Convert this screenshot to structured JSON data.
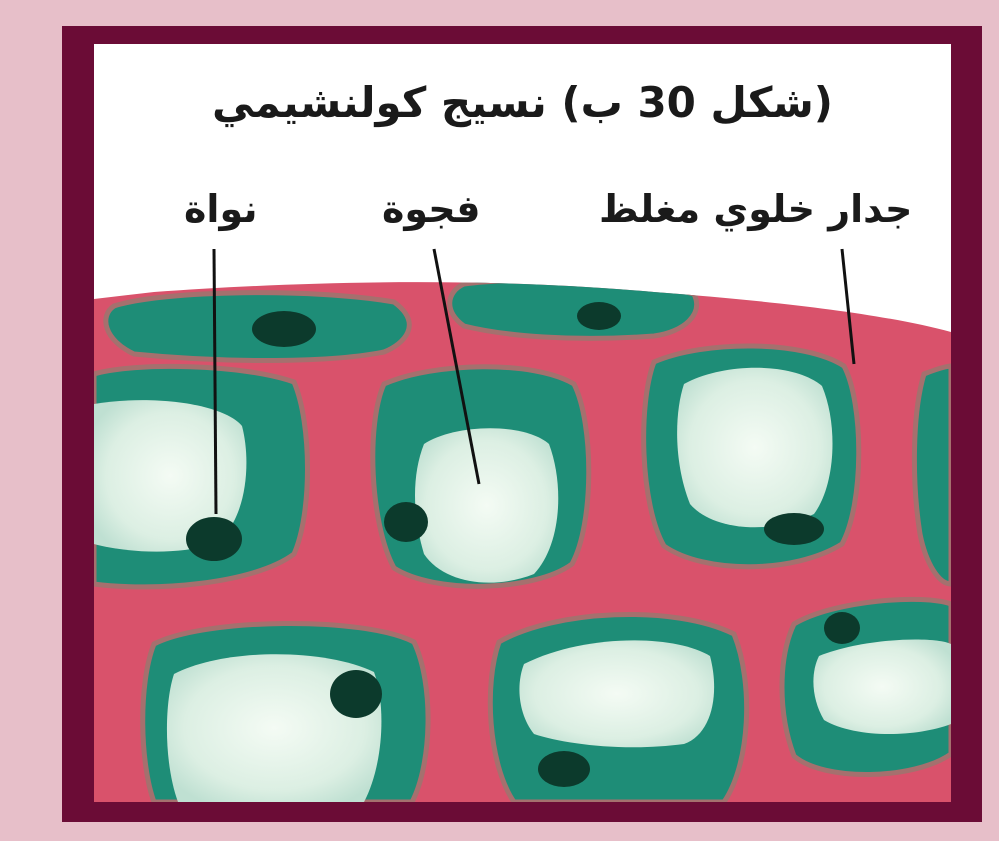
{
  "figure": {
    "caption": "(شكل 30 ب) نسيج كولنشيمي",
    "labels": {
      "nucleus": "نواة",
      "vacuole": "فجوة",
      "cell_wall": "جدار خلوي مغلظ"
    }
  },
  "colors": {
    "page_background": "#e7bfc9",
    "frame": "#6b0c36",
    "cell_wall": "#d9526b",
    "wall_line": "#a5706e",
    "cytoplasm": "#1e8d77",
    "vacuole": "#e8f3e9",
    "nucleus": "#0c3a2c"
  }
}
